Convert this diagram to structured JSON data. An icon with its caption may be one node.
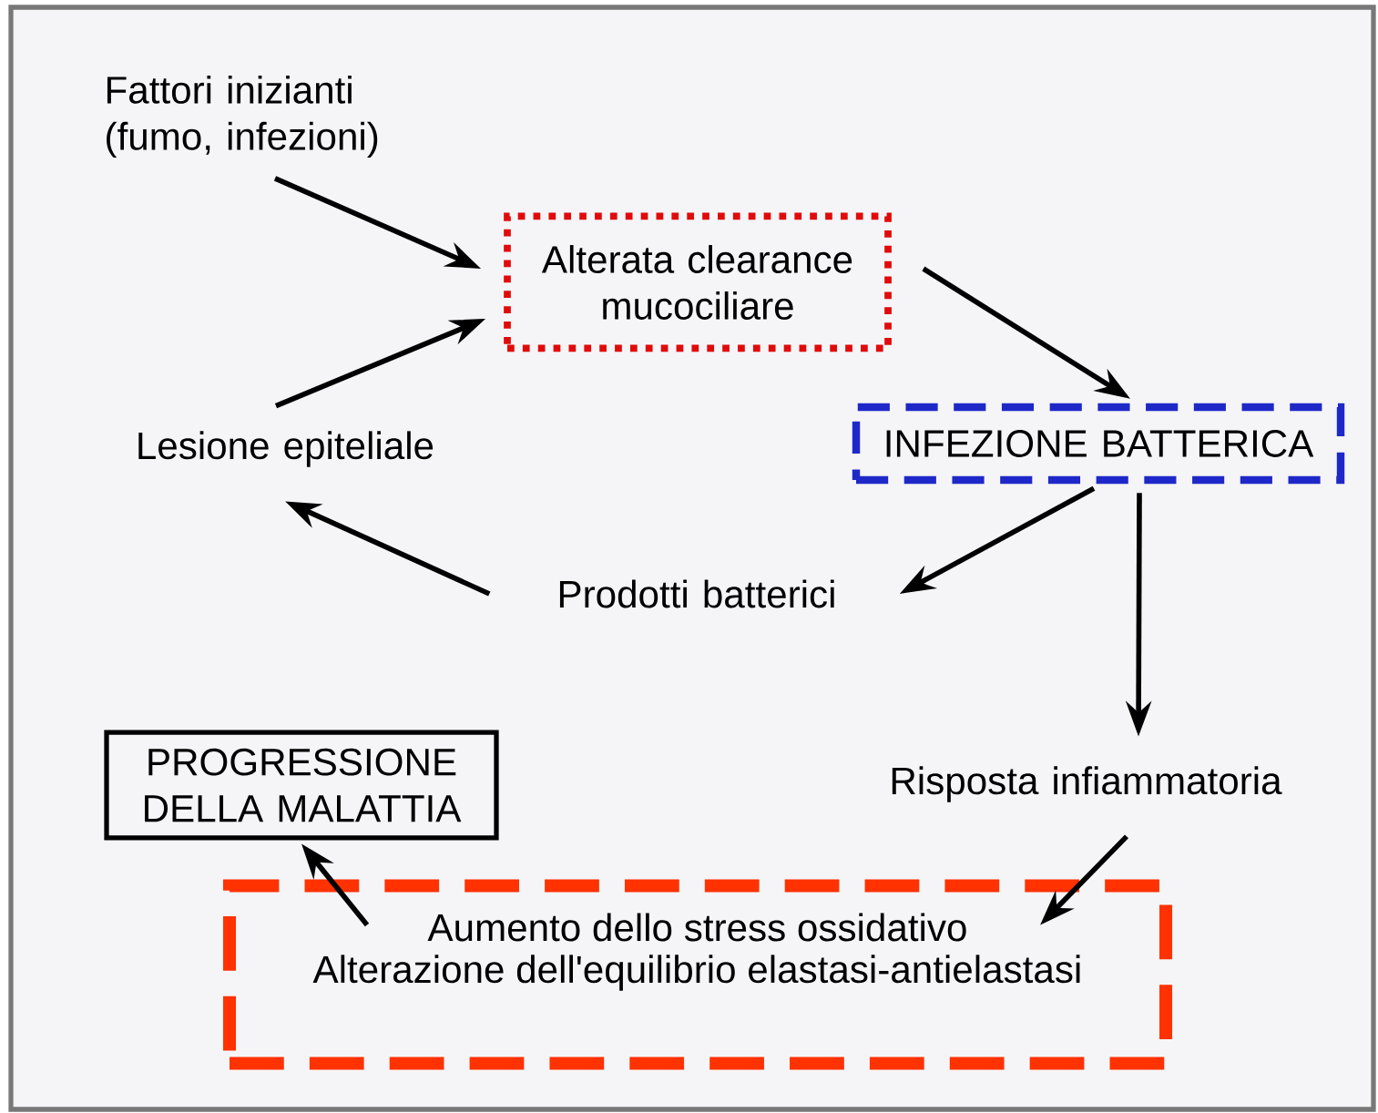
{
  "diagram": {
    "nodes": [
      {
        "text": [
          "Fattori inizianti (fumo, infezioni)"
        ]
      },
      {
        "text": [
          "Alterata clearance mucociliare"
        ]
      },
      {
        "text": [
          "INFEZIONE BATTERICA"
        ]
      },
      {
        "text": [
          "Lesione epiteliale"
        ]
      },
      {
        "text": [
          "Prodotti batterici"
        ]
      },
      {
        "text": [
          "Risposta infiammatoria"
        ]
      },
      {
        "text": [
          "PROGRESSIONE DELLA MALATTIA"
        ]
      },
      {
        "text": [
          "Aumento dello stress ossidativo",
          "Alterazione dell'equilibrio elastasi-antielastasi"
        ]
      }
    ],
    "edges": [
      {
        "from": 0,
        "to": 1,
        "arrow": "to"
      },
      {
        "from": 3,
        "to": 1,
        "arrow": "to"
      },
      {
        "from": 1,
        "to": 2,
        "arrow": "to"
      },
      {
        "from": 2,
        "to": 4,
        "arrow": "to"
      },
      {
        "from": 4,
        "to": 3,
        "arrow": "to"
      },
      {
        "from": 2,
        "to": 5,
        "arrow": "to"
      },
      {
        "from": 5,
        "to": 7,
        "arrow": "to"
      },
      {
        "from": 7,
        "to": 6,
        "arrow": "to"
      }
    ]
  }
}
